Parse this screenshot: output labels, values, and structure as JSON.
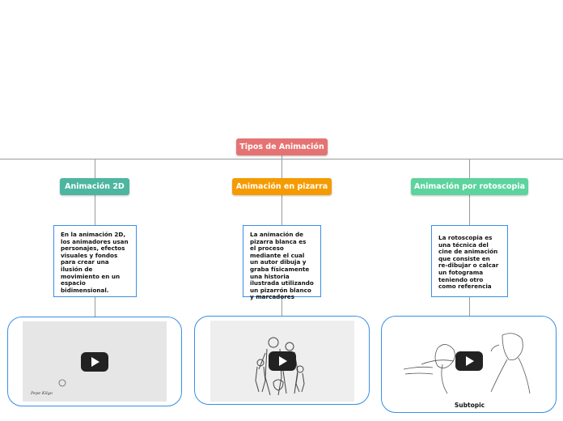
{
  "root": {
    "label": "Tipos de Animación",
    "color": "#e57373"
  },
  "branches": [
    {
      "label": "Animación 2D",
      "color": "#4db6a0",
      "description": "En la animación 2D, los animadores usan personajes, efectos visuales y fondos para crear una ilusión de movimiento en un espacio bidimensional.",
      "thumbnail_signature": "Pepe Kilgo"
    },
    {
      "label": "Animación en pizarra",
      "color": "#f59b00",
      "description": "La animación de pizarra blanca es el proceso mediante el cual un autor dibuja y graba físicamente una historia ilustrada utilizando un pizarrón blanco y marcadores"
    },
    {
      "label": "Animación por rotoscopia",
      "color": "#5dd39e",
      "description": "La rotoscopia es una técnica del cine de animación que consiste en re-dibujar o calcar un fotograma teniendo otro como referencia",
      "caption": "Subtopic"
    }
  ],
  "icons": {
    "play": "play-icon"
  }
}
